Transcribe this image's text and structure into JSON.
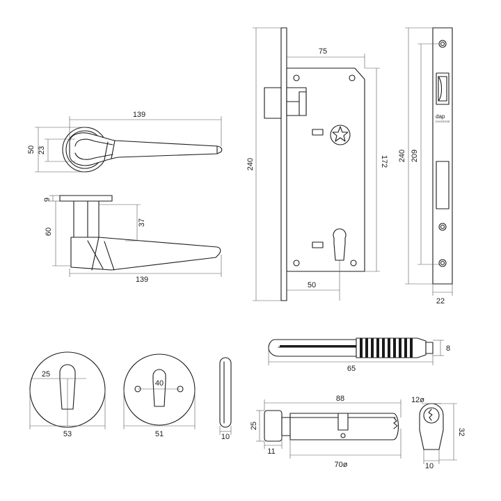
{
  "handle_top": {
    "length": "139",
    "height": "50",
    "rose_inner": "23"
  },
  "handle_side": {
    "rose_thickness": "9",
    "height": "60",
    "spindle": "37",
    "length": "139"
  },
  "lock_body": {
    "height": "240",
    "top_width": "75",
    "case_height": "172",
    "backset": "50"
  },
  "faceplate": {
    "height": "240",
    "screw_spacing": "209",
    "width": "22",
    "logo": "dap",
    "logo_sub": "DOORSSE"
  },
  "escutcheon_euro": {
    "diameter": "53",
    "inner": "25"
  },
  "escutcheon_key": {
    "diameter": "51",
    "inner": "40"
  },
  "escutcheon_side": {
    "thickness": "10"
  },
  "key": {
    "length": "65",
    "width": "8"
  },
  "cylinder": {
    "length": "88",
    "knob_height": "25",
    "knob_width": "11",
    "body_length": "70ø"
  },
  "cylinder_end": {
    "top": "12ø",
    "height": "32",
    "width": "10"
  }
}
